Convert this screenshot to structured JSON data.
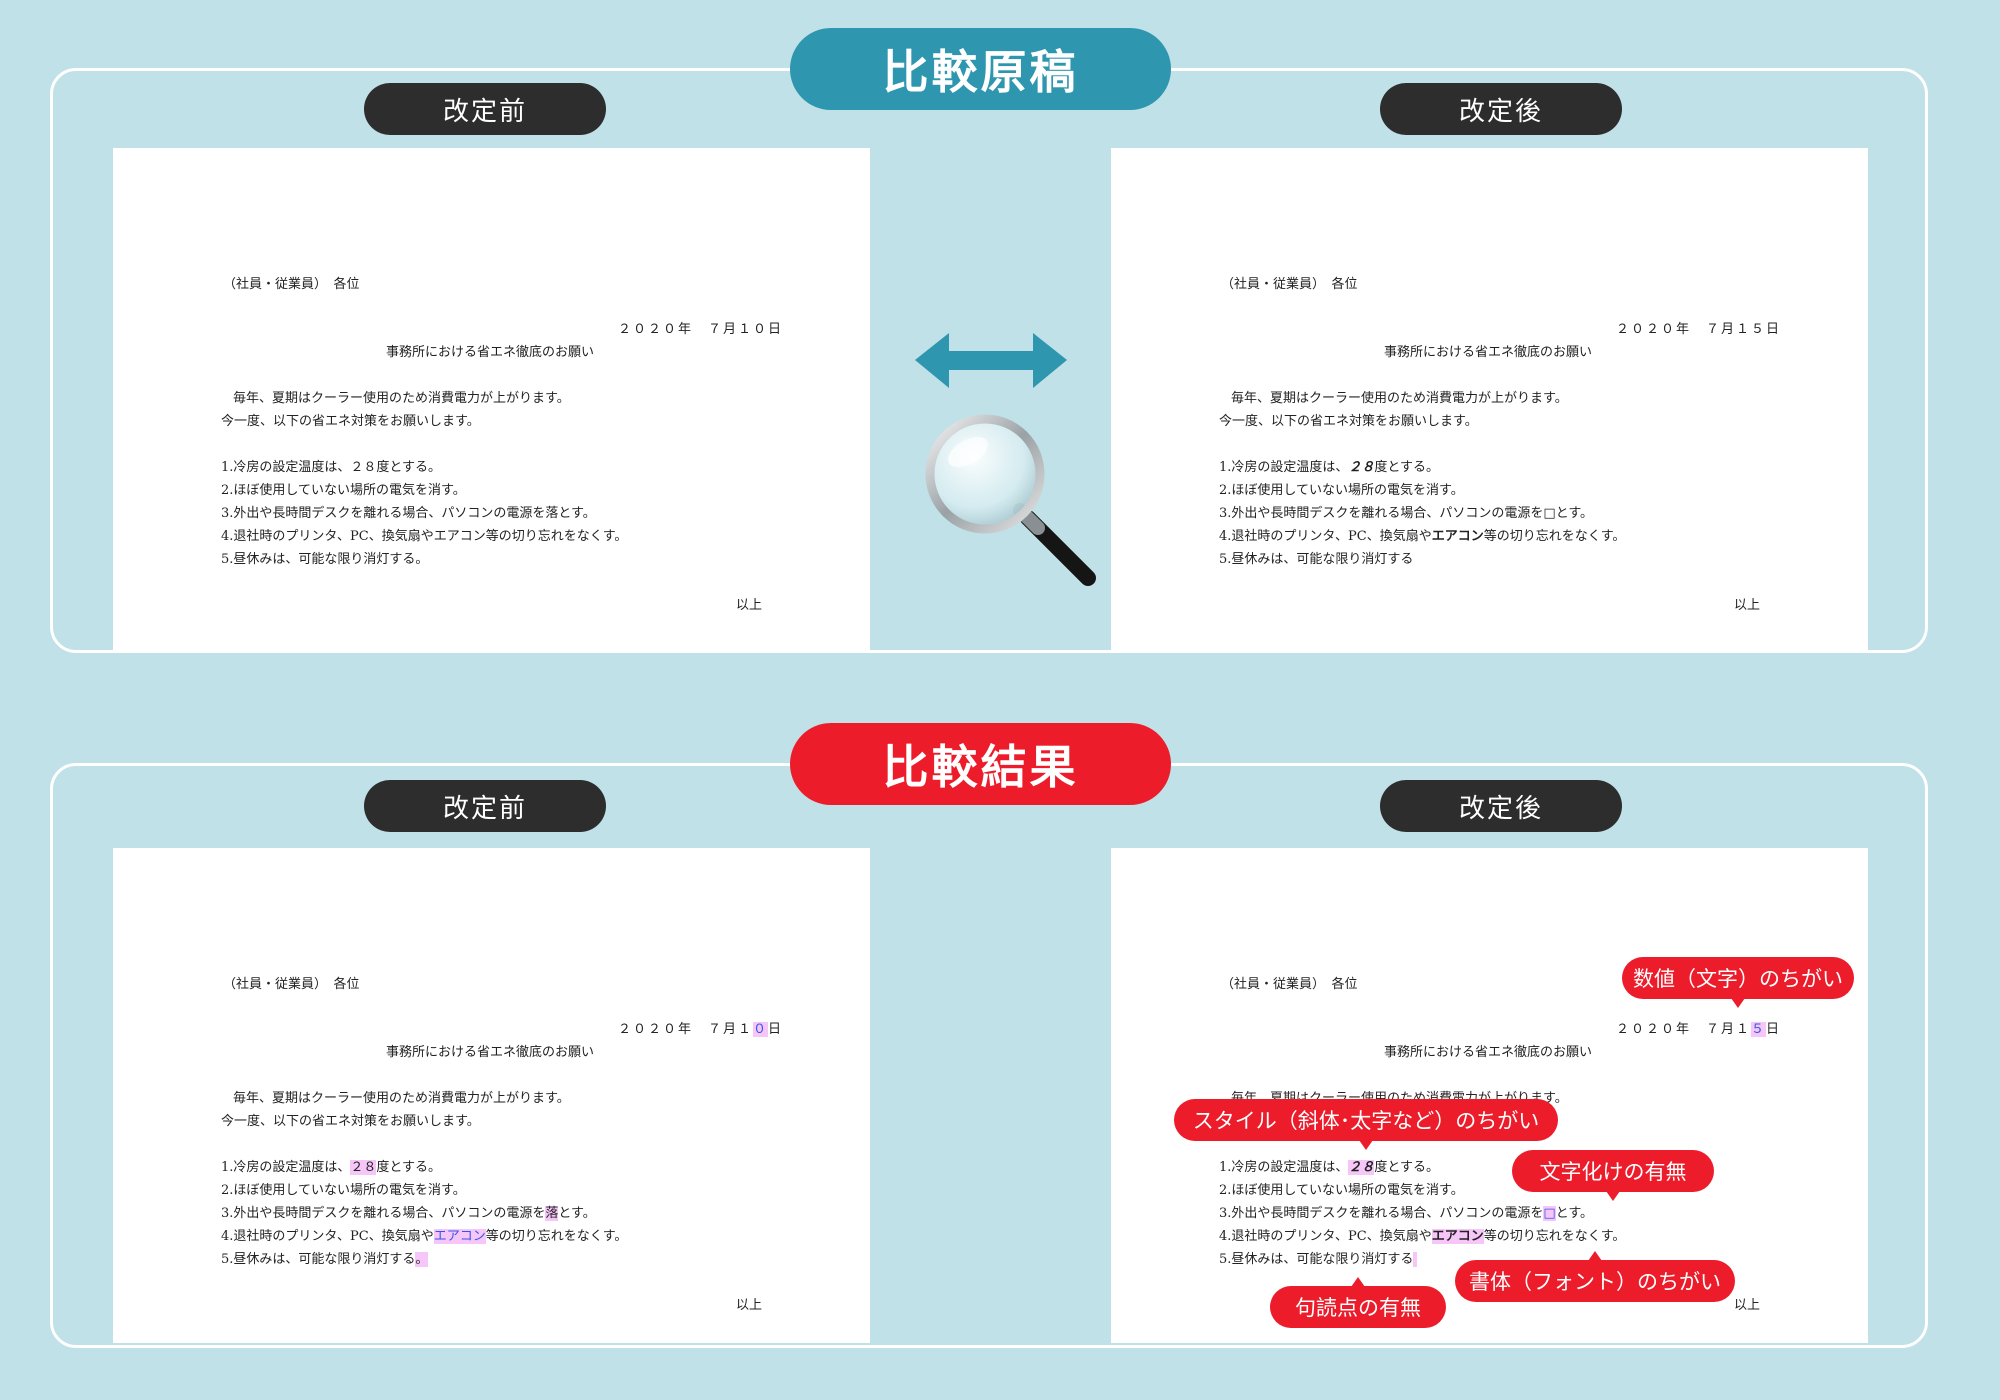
{
  "top": {
    "title": "比較原稿"
  },
  "bottom": {
    "title": "比較結果"
  },
  "labels": {
    "before": "改定前",
    "after": "改定後"
  },
  "doc": {
    "addressee": "（社員・従業員）　各位",
    "date_prefix": "２０２０年　７月１",
    "date_before_digit": "０",
    "date_after_digit": "５",
    "date_suffix": "日",
    "subject": "事務所における省エネ徹底のお願い",
    "intro1": "毎年、夏期はクーラー使用のため消費電力が上がります。",
    "intro2": "今一度、以下の省エネ対策をお願いします。",
    "item1_pre": "1.冷房の設定温度は、",
    "item1_val": "２８",
    "item1_post": "度とする。",
    "item2": "2.ほぼ使用していない場所の電気を消す。",
    "item3_pre": "3.外出や長時間デスクを離れる場合、パソコンの電源を",
    "item3_before_char": "落",
    "item3_after_char": "□",
    "item3_post": "とす。",
    "item4_pre": "4.退社時のプリンタ、PC、換気扇や",
    "item4_word": "エアコン",
    "item4_post": "等の切り忘れをなくす。",
    "item5_pre": "5.昼休みは、可能な限り消灯する",
    "item5_punct": "。",
    "closing": "以上"
  },
  "callouts": {
    "number": "数値（文字）のちがい",
    "style": "スタイル（斜体･太字など）のちがい",
    "garbled": "文字化けの有無",
    "font": "書体（フォント）のちがい",
    "punct": "句読点の有無"
  },
  "colors": {
    "background": "#c0e1e7",
    "teal": "#2e96ae",
    "red": "#ec1c2b",
    "dark": "#2d2d2d",
    "highlight": "#f5c6f7"
  }
}
